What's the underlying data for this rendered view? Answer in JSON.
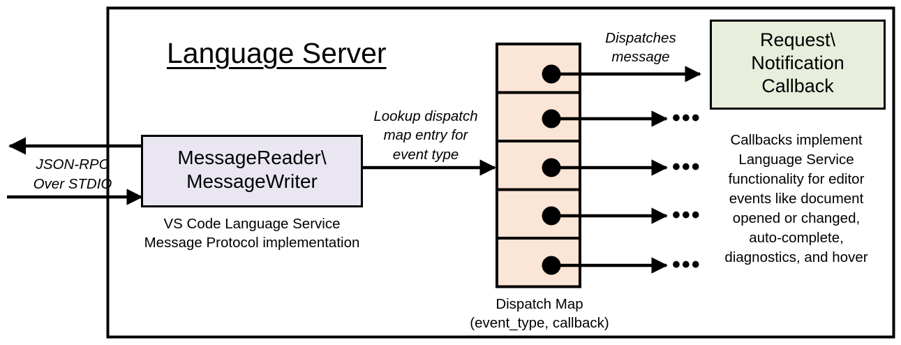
{
  "diagram": {
    "type": "architecture-flow",
    "container": {
      "title": "Language Server"
    },
    "nodes": {
      "message_io": {
        "label_line1": "MessageReader\\",
        "label_line2": "MessageWriter",
        "fill": "#EAE6F1",
        "caption_line1": "VS Code Language Service",
        "caption_line2": "Message Protocol implementation"
      },
      "dispatch_map": {
        "fill": "#FBE5D6",
        "row_count": 5,
        "caption_line1": "Dispatch Map",
        "caption_line2": "(event_type, callback)"
      },
      "callback": {
        "label_line1": "Request\\",
        "label_line2": "Notification",
        "label_line3": "Callback",
        "fill": "#E8EEDC",
        "caption_lines": [
          "Callbacks implement",
          "Language Service",
          "functionality for editor",
          "events like document",
          "opened or changed,",
          "auto-complete,",
          "diagnostics, and hover"
        ]
      }
    },
    "edges": {
      "transport": {
        "label_line1": "JSON-RPC",
        "label_line2": "Over STDIO",
        "direction_out": "left",
        "direction_in": "right"
      },
      "lookup": {
        "label_line1": "Lookup dispatch",
        "label_line2": "map entry for",
        "label_line3": "event type"
      },
      "dispatch": {
        "label_line1": "Dispatches",
        "label_line2": "message"
      },
      "more_rows": {
        "ellipsis": "•••",
        "count": 4
      }
    },
    "colors": {
      "stroke": "#000000",
      "background": "#FFFFFF",
      "purple_fill": "#EAE6F1",
      "peach_fill": "#FBE5D6",
      "green_fill": "#E8EEDC"
    }
  }
}
